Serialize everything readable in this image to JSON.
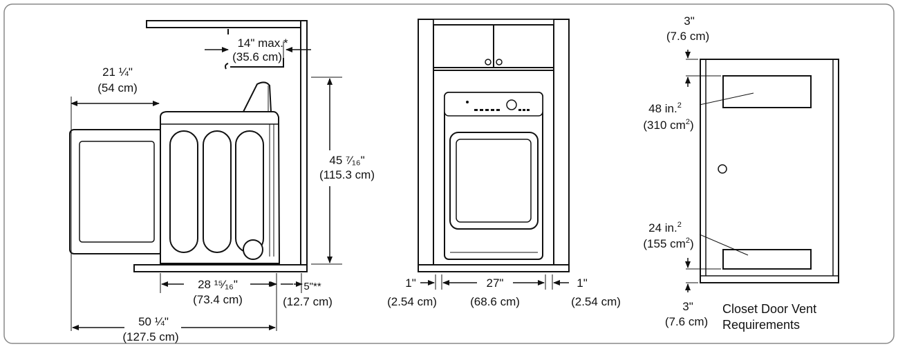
{
  "side_view": {
    "door_width": {
      "in": "21 ¼\"",
      "cm": "(54 cm)"
    },
    "rear_clearance": {
      "in": "14\" max.*",
      "cm": "(35.6 cm)"
    },
    "height": {
      "in": "45 ⁷⁄₁₆\"",
      "cm": "(115.3 cm)"
    },
    "depth": {
      "in": "28 ¹⁵⁄₁₆\"",
      "cm": "(73.4 cm)"
    },
    "back_gap": {
      "in": "5\"**",
      "cm": "(12.7 cm)"
    },
    "total_depth": {
      "in": "50 ¼\"",
      "cm": "(127.5 cm)"
    }
  },
  "front_view": {
    "left_gap": {
      "in": "1\"",
      "cm": "(2.54 cm)"
    },
    "width": {
      "in": "27\"",
      "cm": "(68.6 cm)"
    },
    "right_gap": {
      "in": "1\"",
      "cm": "(2.54 cm)"
    }
  },
  "door_view": {
    "top_margin": {
      "in": "3\"",
      "cm": "(7.6 cm)"
    },
    "top_vent": {
      "in": "48 in.",
      "sup": "2",
      "cm": "(310 cm",
      "cm_sup": "2",
      "cm_close": ")"
    },
    "bottom_vent": {
      "in": "24 in.",
      "sup": "2",
      "cm": "(155 cm",
      "cm_sup": "2",
      "cm_close": ")"
    },
    "bottom_margin": {
      "in": "3\"",
      "cm": "(7.6 cm)"
    },
    "caption_line1": "Closet Door Vent",
    "caption_line2": "Requirements"
  }
}
